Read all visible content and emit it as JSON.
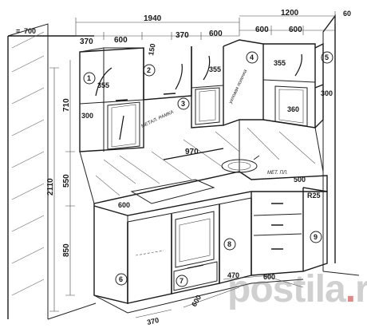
{
  "dimensions": {
    "top_total": "1940",
    "corner_total": "1200",
    "right_end": "60",
    "left_depth": "700",
    "upper_cabinets": [
      "370",
      "600",
      "370",
      "600",
      "600",
      "600"
    ],
    "hood_gap": "150",
    "lift_heights": [
      "355",
      "355",
      "355"
    ],
    "upper_depth_left": "300",
    "upper_depth_right": "300",
    "corner_shelf": "360",
    "total_height": "2110",
    "upper_height": "710",
    "backsplash_height": "550",
    "base_height": "850",
    "countertop_length": "970",
    "counter_depth_left": "600",
    "counter_depth_right": "500",
    "drawer_right": "R25",
    "bottom_dims": [
      "370",
      "600",
      "470",
      "600"
    ]
  },
  "module_numbers": [
    "1",
    "2",
    "3",
    "4",
    "5",
    "6",
    "7",
    "8",
    "9"
  ],
  "notes": {
    "metal_frame": "МЕТАЛ. РАМКА",
    "corner_shelf_note": "угловая полочка",
    "counter_note": "МЕТ. ПЛ."
  },
  "watermark": {
    "main": "postila",
    "dot": ".",
    "tld": "ru"
  }
}
